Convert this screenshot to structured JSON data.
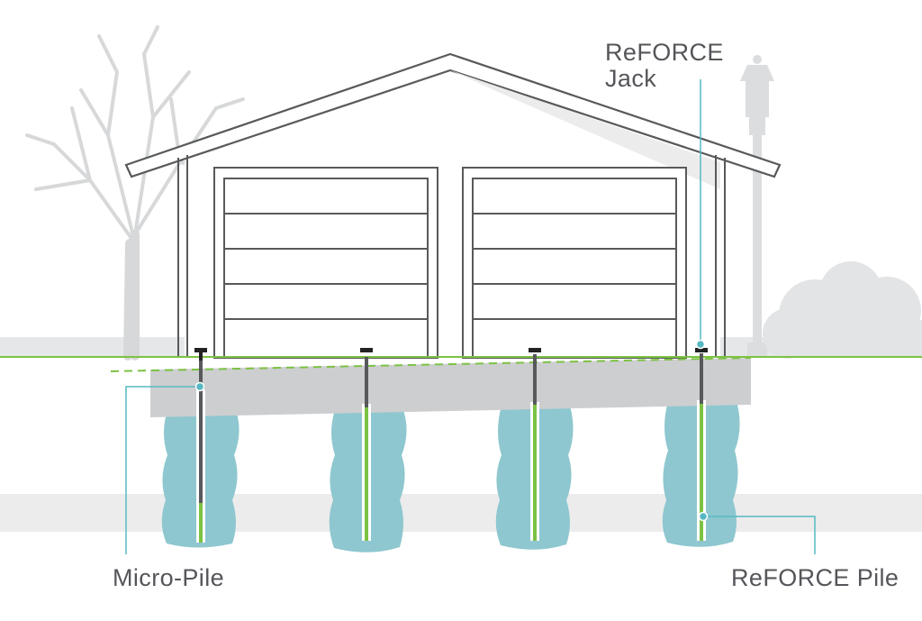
{
  "labels": {
    "jack_line1": "ReFORCE",
    "jack_line2": "Jack",
    "micro_pile": "Micro-Pile",
    "reforce_pile": "ReFORCE Pile"
  },
  "colors": {
    "grade_line": "#7cc243",
    "pile_green": "#7cc243",
    "soil_blue": "#8ec7cf",
    "slab": "#cdced0",
    "callout": "#56b8c3",
    "text": "#55565a"
  },
  "icons": [
    "tree-icon",
    "street-lamp-icon",
    "bush-icon",
    "garage-icon"
  ]
}
